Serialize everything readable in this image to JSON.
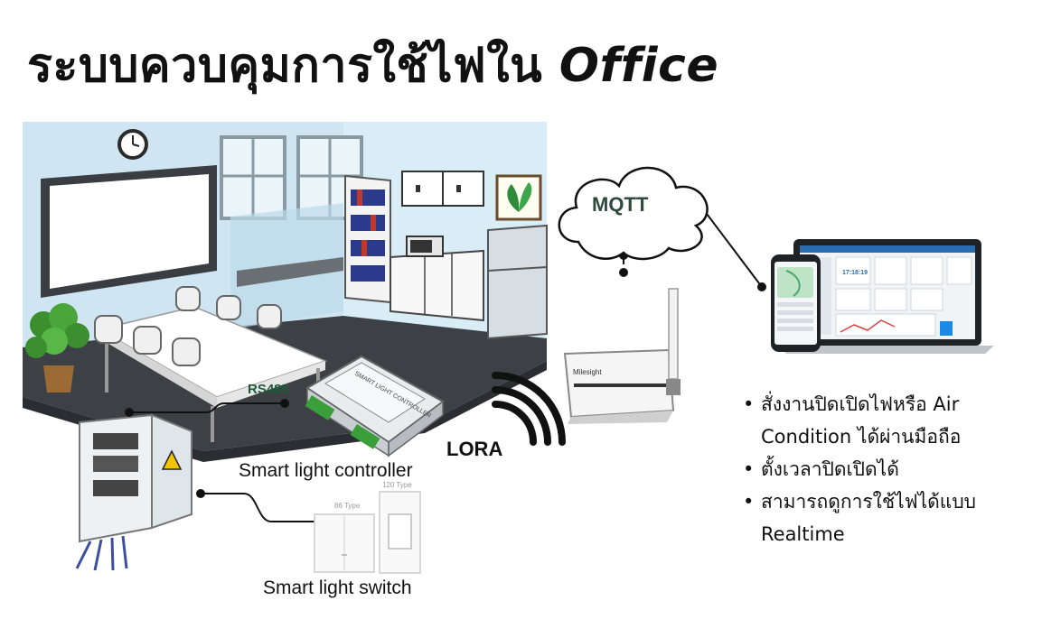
{
  "title": {
    "main": "ระบบควบคุมการใช้ไฟใน",
    "emphasis": "Office"
  },
  "labels": {
    "mqtt": "MQTT",
    "rs485": "RS485",
    "lora": "LORA",
    "controller": "Smart light controller",
    "switch": "Smart light switch",
    "controller_panel": "SMART LIGHT CONTROLLER",
    "switch_type_a": "86 Type",
    "switch_type_b": "120 Type",
    "brand": "Milesight",
    "clock_time": "17:18:19"
  },
  "bullets": [
    "สั่งงานปิดเปิดไฟหรือ Air Condition ได้ผ่านมือถือ",
    "ตั้งเวลาปิดเปิดได้",
    "สามารถดูการใช้ไฟได้แบบ Realtime"
  ],
  "colors": {
    "wall": "#cfe6f2",
    "floor": "#3d4146",
    "mqtt_text": "#2f4a3c",
    "accent_yellow": "#f5c400"
  }
}
